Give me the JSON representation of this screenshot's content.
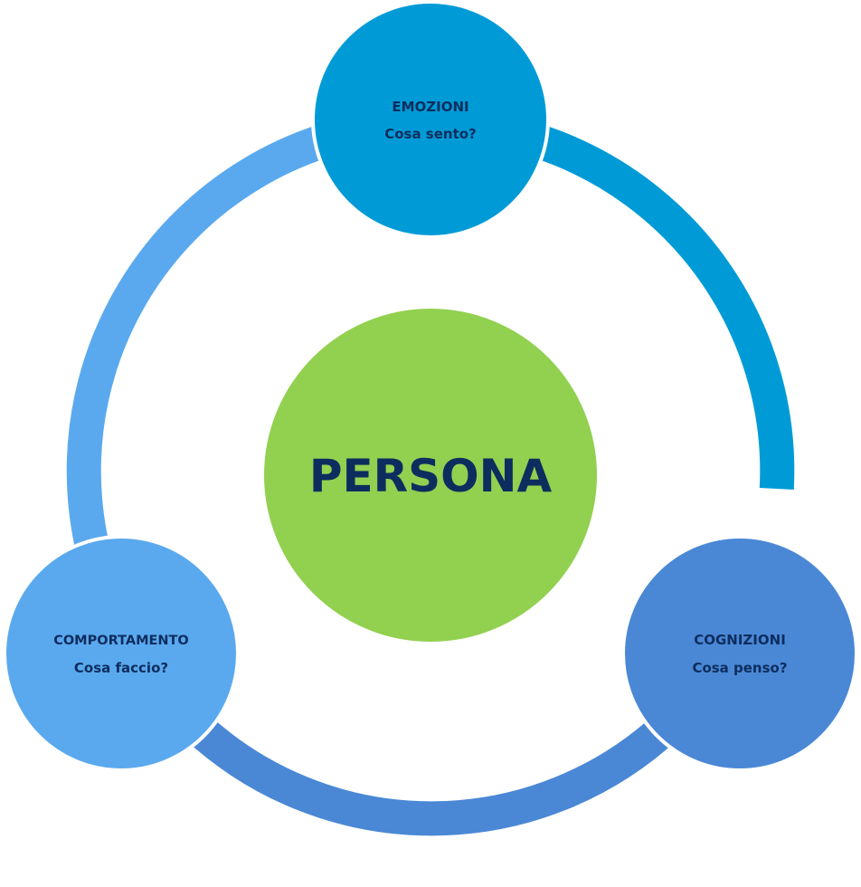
{
  "colors": {
    "background": "#ffffff",
    "text": "#0d2d5e",
    "ring_left": "#5aa9ee",
    "ring_right": "#009bd6",
    "ring_bottom": "#4a88d6",
    "node_emozioni": "#009bd6",
    "node_cognizioni": "#4a88d6",
    "node_comportamento": "#5aa9ee",
    "center": "#92d050"
  },
  "center": {
    "label": "PERSONA"
  },
  "nodes": {
    "emozioni": {
      "title": "EMOZIONI",
      "question": "Cosa sento?"
    },
    "cognizioni": {
      "title": "COGNIZIONI",
      "question": "Cosa penso?"
    },
    "comportamento": {
      "title": "COMPORTAMENTO",
      "question": "Cosa faccio?"
    }
  }
}
